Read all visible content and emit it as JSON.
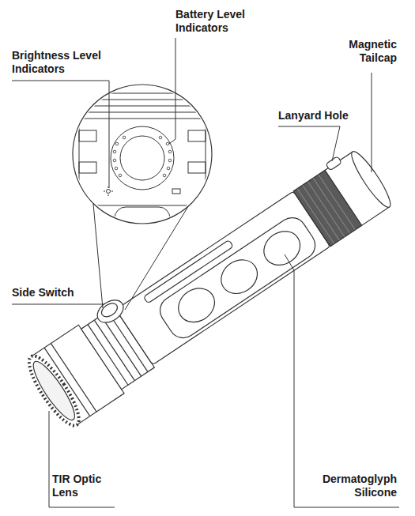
{
  "diagram": {
    "labels": [
      "Battery Level Indicators",
      "Magnetic Tailcap",
      "Brightness Level Indicators",
      "Lanyard Hole",
      "Side Switch",
      "TIR Optic Lens",
      "Dermatoglyph Silicone"
    ]
  }
}
